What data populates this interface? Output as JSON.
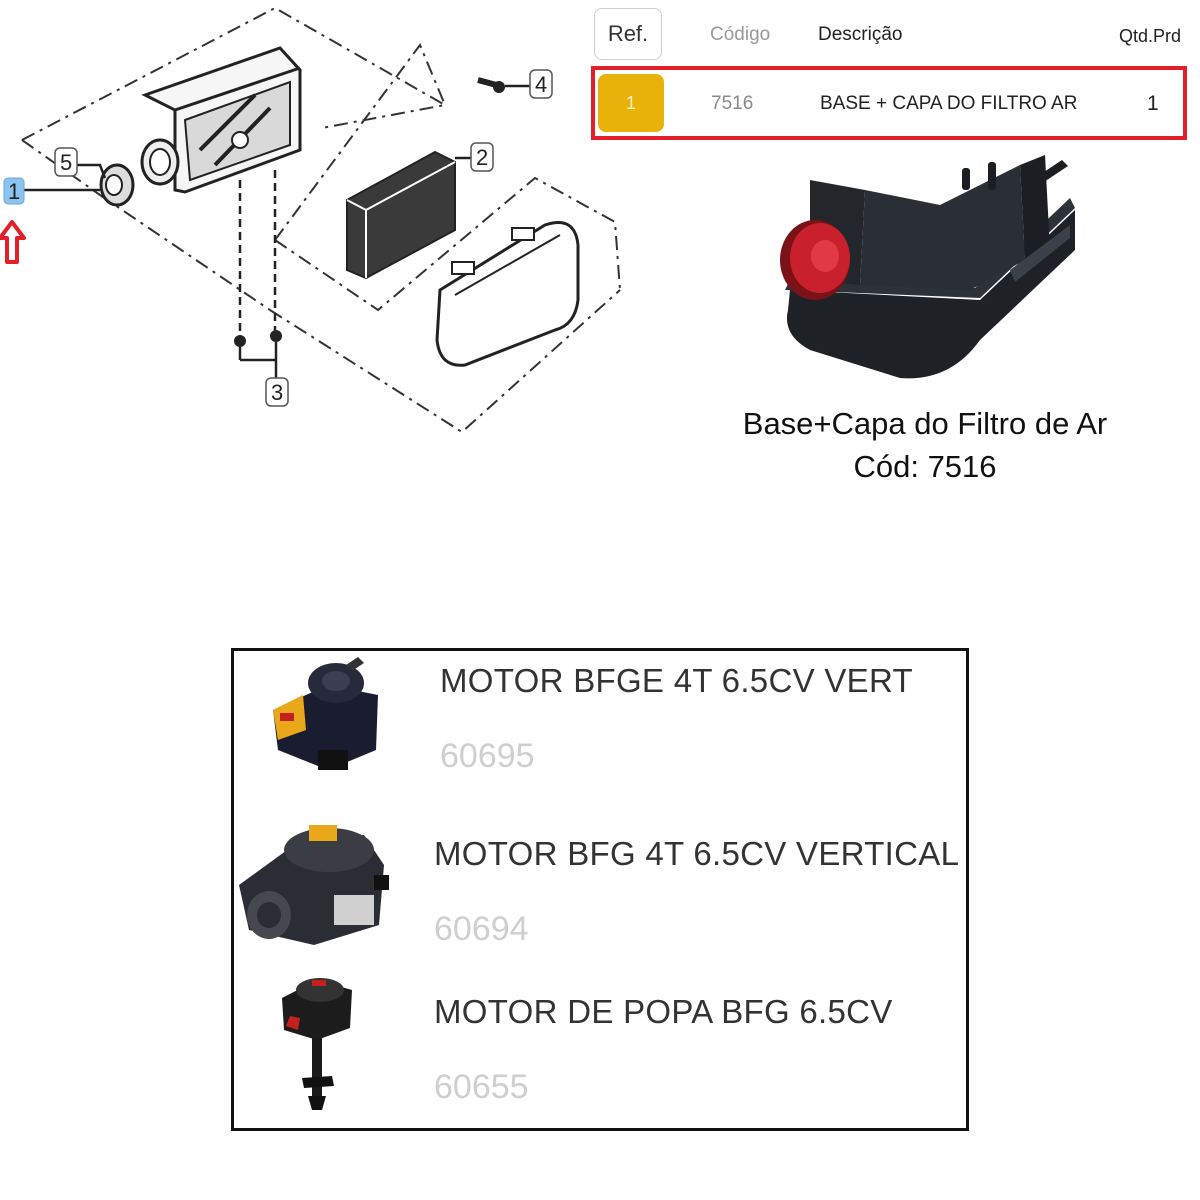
{
  "diagram": {
    "callouts": [
      "1",
      "2",
      "3",
      "4",
      "5"
    ]
  },
  "parts_table": {
    "headers": {
      "ref": "Ref.",
      "code": "Código",
      "description": "Descrição",
      "qty": "Qtd.Prd"
    },
    "row": {
      "ref": "1",
      "code": "7516",
      "description": "BASE + CAPA DO FILTRO AR",
      "qty": "1"
    }
  },
  "product": {
    "title": "Base+Capa do Filtro de Ar",
    "code_line": "Cód: 7516"
  },
  "motors": [
    {
      "name": "MOTOR BFGE 4T 6.5CV VERT",
      "code": "60695"
    },
    {
      "name": "MOTOR BFG 4T 6.5CV VERTICAL",
      "code": "60694"
    },
    {
      "name": "MOTOR DE POPA BFG 6.5CV",
      "code": "60655"
    }
  ],
  "colors": {
    "highlight_border": "#e3202a",
    "ref_badge": "#e9b20a",
    "callout_highlight": "#8cc4ef",
    "arrow": "#e3202a"
  }
}
